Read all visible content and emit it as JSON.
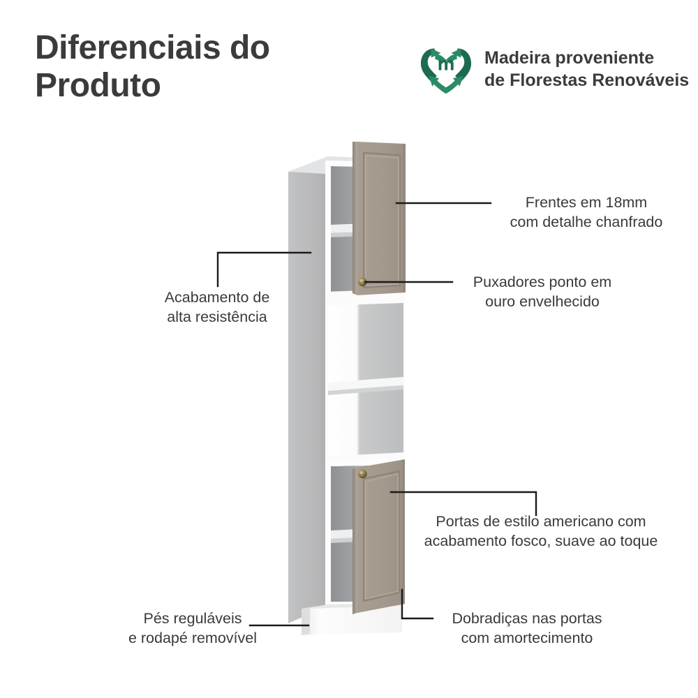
{
  "header": {
    "title": "Diferenciais do\nProduto",
    "logo": {
      "icon": "recycle-heart-logo",
      "letter": "m",
      "text": "Madeira proveniente\nde Florestas Renováveis",
      "color_dark": "#1d6b4f",
      "color_mid": "#2a8c66"
    }
  },
  "callouts": [
    {
      "id": "acabamento",
      "text": "Acabamento de\nalta resistência",
      "leader": "elbow-right-down"
    },
    {
      "id": "frentes",
      "text": "Frentes em 18mm\ncom detalhe chanfrado",
      "leader": "straight-left"
    },
    {
      "id": "puxadores",
      "text": "Puxadores ponto em\nouro envelhecido",
      "leader": "straight-left"
    },
    {
      "id": "portas",
      "text": "Portas de estilo americano com\nacabamento fosco, suave ao toque",
      "leader": "elbow-left-down"
    },
    {
      "id": "pes",
      "text": "Pés reguláveis\ne rodapé removível",
      "leader": "straight-right"
    },
    {
      "id": "dobradicas",
      "text": "Dobradiças nas portas\ncom amortecimento",
      "leader": "elbow-left-up"
    }
  ],
  "product": {
    "name": "torre-quente-cabinet",
    "parts": [
      {
        "name": "side-panel",
        "color": "#b9babb"
      },
      {
        "name": "carcass-front-frame",
        "color": "#fdfdfd"
      },
      {
        "name": "interior-back",
        "color": "#a9aaac"
      },
      {
        "name": "upper-door",
        "color": "#a2998c"
      },
      {
        "name": "lower-door",
        "color": "#a2998c"
      },
      {
        "name": "middle-shelf",
        "color": "#f2f2f2"
      },
      {
        "name": "base-plinth",
        "color": "#fbfbfb"
      },
      {
        "name": "door-knob",
        "color": "#8a7a4a"
      }
    ]
  },
  "colors": {
    "background": "#ffffff",
    "text": "#3a3a3a",
    "leader_line": "#1a1a1a",
    "door_taupe": "#a2998c",
    "body_white": "#fdfdfd",
    "side_grey": "#b9babb",
    "knob_gold": "#8a7a4a",
    "logo_green": "#1d6b4f"
  }
}
